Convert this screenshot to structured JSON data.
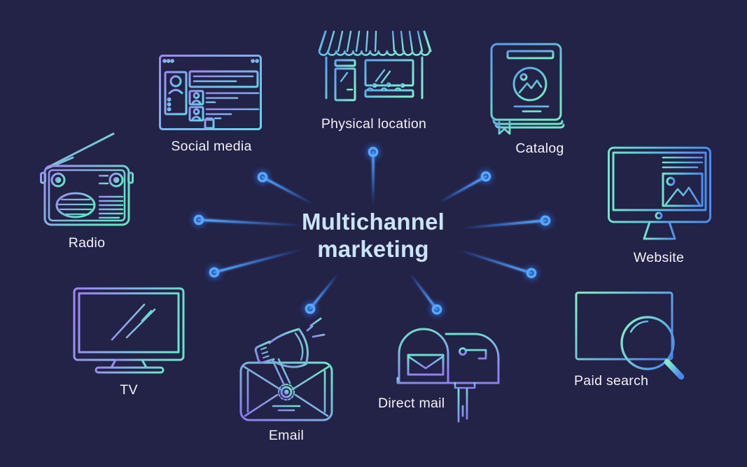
{
  "diagram": {
    "type": "hub-and-spoke",
    "title": {
      "line1": "Multichannel",
      "line2": "marketing"
    },
    "channels": [
      {
        "id": "social-media",
        "label": "Social media"
      },
      {
        "id": "physical-location",
        "label": "Physical location"
      },
      {
        "id": "catalog",
        "label": "Catalog"
      },
      {
        "id": "website",
        "label": "Website"
      },
      {
        "id": "paid-search",
        "label": "Paid search"
      },
      {
        "id": "direct-mail",
        "label": "Direct mail"
      },
      {
        "id": "email",
        "label": "Email"
      },
      {
        "id": "tv",
        "label": "TV"
      },
      {
        "id": "radio",
        "label": "Radio"
      }
    ]
  },
  "colors": {
    "background": "#232247",
    "title_text": "#c9e4f7",
    "label_text": "#f1f4f8",
    "spoke_line_bright": "#57a7fb",
    "spoke_line_fade": "#2f6fdf",
    "spoke_dot_ring": "#57a7fb",
    "spoke_dot_glow": "#2e7bf0",
    "icon_gradients": {
      "radio": [
        "#9d8df0",
        "#62e6c6"
      ],
      "social-media": [
        "#9a8cf0",
        "#5fd8e8"
      ],
      "physical-location": [
        "#57a5ea",
        "#7fead0"
      ],
      "catalog": [
        "#5b9de9",
        "#6fe9c5"
      ],
      "website": [
        "#6ee5cf",
        "#4c8df0"
      ],
      "paid-search": [
        "#7eeec9",
        "#4a85ee"
      ],
      "direct-mail": [
        "#6ce4cd",
        "#8b80f2"
      ],
      "email": [
        "#6fe7c8",
        "#8b7cf0"
      ],
      "tv": [
        "#9b8bf2",
        "#69e4cd"
      ]
    }
  }
}
